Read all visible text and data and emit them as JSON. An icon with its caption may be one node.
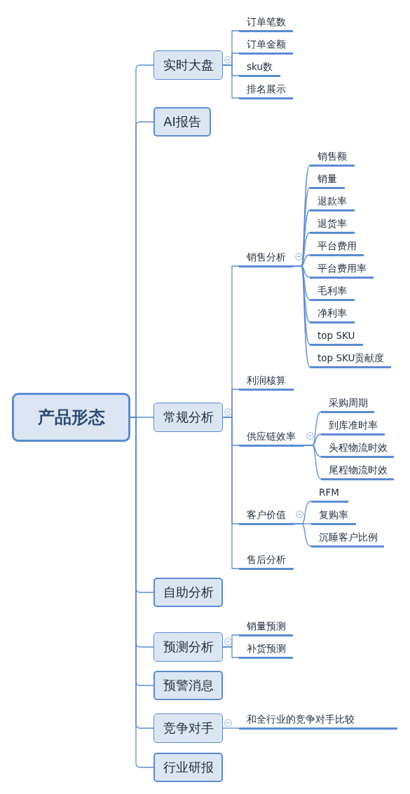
{
  "diagram": {
    "nodes": [
      {
        "text": [
          "产品形态"
        ]
      },
      {
        "text": [
          "实时大盘"
        ]
      },
      {
        "text": [
          "订单笔数"
        ]
      },
      {
        "text": [
          "订单金额"
        ]
      },
      {
        "text": [
          "sku数"
        ]
      },
      {
        "text": [
          "排名展示"
        ]
      },
      {
        "text": [
          "AI报告"
        ]
      },
      {
        "text": [
          "常规分析"
        ]
      },
      {
        "text": [
          "销售分析"
        ]
      },
      {
        "text": [
          "销售额"
        ]
      },
      {
        "text": [
          "销量"
        ]
      },
      {
        "text": [
          "退款率"
        ]
      },
      {
        "text": [
          "退货率"
        ]
      },
      {
        "text": [
          "平台费用"
        ]
      },
      {
        "text": [
          "平台费用率"
        ]
      },
      {
        "text": [
          "毛利率"
        ]
      },
      {
        "text": [
          "净利率"
        ]
      },
      {
        "text": [
          "top SKU"
        ]
      },
      {
        "text": [
          "top SKU贡献度"
        ]
      },
      {
        "text": [
          "利润核算"
        ]
      },
      {
        "text": [
          "供应链效率"
        ]
      },
      {
        "text": [
          "采购周期"
        ]
      },
      {
        "text": [
          "到库准时率"
        ]
      },
      {
        "text": [
          "头程物流时效"
        ]
      },
      {
        "text": [
          "尾程物流时效"
        ]
      },
      {
        "text": [
          "客户价值"
        ]
      },
      {
        "text": [
          "RFM"
        ]
      },
      {
        "text": [
          "复购率"
        ]
      },
      {
        "text": [
          "沉睡客户比例"
        ]
      },
      {
        "text": [
          "售后分析"
        ]
      },
      {
        "text": [
          "自助分析"
        ]
      },
      {
        "text": [
          "预测分析"
        ]
      },
      {
        "text": [
          "销量预测"
        ]
      },
      {
        "text": [
          "补货预测"
        ]
      },
      {
        "text": [
          "预警消息"
        ]
      },
      {
        "text": [
          "竞争对手"
        ]
      },
      {
        "text": [
          "和全行业的竞争对手比较"
        ]
      },
      {
        "text": [
          "行业研报"
        ]
      }
    ],
    "edges": [
      {
        "from": 0,
        "to": 1,
        "arrow": "none"
      },
      {
        "from": 1,
        "to": 2,
        "arrow": "none"
      },
      {
        "from": 1,
        "to": 3,
        "arrow": "none"
      },
      {
        "from": 1,
        "to": 4,
        "arrow": "none"
      },
      {
        "from": 1,
        "to": 5,
        "arrow": "none"
      },
      {
        "from": 0,
        "to": 6,
        "arrow": "none"
      },
      {
        "from": 0,
        "to": 7,
        "arrow": "none"
      },
      {
        "from": 7,
        "to": 8,
        "arrow": "none"
      },
      {
        "from": 8,
        "to": 9,
        "arrow": "none"
      },
      {
        "from": 8,
        "to": 10,
        "arrow": "none"
      },
      {
        "from": 8,
        "to": 11,
        "arrow": "none"
      },
      {
        "from": 8,
        "to": 12,
        "arrow": "none"
      },
      {
        "from": 8,
        "to": 13,
        "arrow": "none"
      },
      {
        "from": 8,
        "to": 14,
        "arrow": "none"
      },
      {
        "from": 8,
        "to": 15,
        "arrow": "none"
      },
      {
        "from": 8,
        "to": 16,
        "arrow": "none"
      },
      {
        "from": 8,
        "to": 17,
        "arrow": "none"
      },
      {
        "from": 8,
        "to": 18,
        "arrow": "none"
      },
      {
        "from": 7,
        "to": 19,
        "arrow": "none"
      },
      {
        "from": 7,
        "to": 20,
        "arrow": "none"
      },
      {
        "from": 20,
        "to": 21,
        "arrow": "none"
      },
      {
        "from": 20,
        "to": 22,
        "arrow": "none"
      },
      {
        "from": 20,
        "to": 23,
        "arrow": "none"
      },
      {
        "from": 20,
        "to": 24,
        "arrow": "none"
      },
      {
        "from": 7,
        "to": 25,
        "arrow": "none"
      },
      {
        "from": 25,
        "to": 26,
        "arrow": "none"
      },
      {
        "from": 25,
        "to": 27,
        "arrow": "none"
      },
      {
        "from": 25,
        "to": 28,
        "arrow": "none"
      },
      {
        "from": 7,
        "to": 29,
        "arrow": "none"
      },
      {
        "from": 0,
        "to": 30,
        "arrow": "none"
      },
      {
        "from": 0,
        "to": 31,
        "arrow": "none"
      },
      {
        "from": 31,
        "to": 32,
        "arrow": "none"
      },
      {
        "from": 31,
        "to": 33,
        "arrow": "none"
      },
      {
        "from": 0,
        "to": 34,
        "arrow": "none"
      },
      {
        "from": 0,
        "to": 35,
        "arrow": "none"
      },
      {
        "from": 35,
        "to": 36,
        "arrow": "none"
      },
      {
        "from": 0,
        "to": 37,
        "arrow": "none"
      }
    ]
  }
}
